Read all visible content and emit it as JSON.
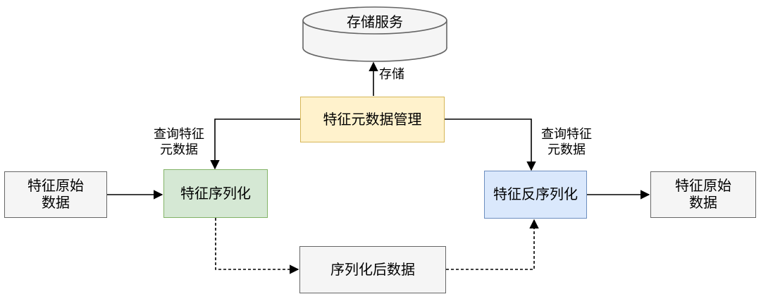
{
  "colors": {
    "yellow_fill": "#fff2cc",
    "yellow_border": "#d6b656",
    "green_fill": "#d5e8d4",
    "green_border": "#82b366",
    "blue_fill": "#dae8fc",
    "blue_border": "#6c8ebf",
    "gray_fill": "#f5f5f5",
    "gray_border": "#666666",
    "line": "#000000",
    "text": "#000000"
  },
  "nodes": {
    "storage_service": {
      "label": "存储服务"
    },
    "metadata_manager": {
      "label": "特征元数据管理"
    },
    "serializer": {
      "label": "特征序列化"
    },
    "deserializer": {
      "label": "特征反序列化"
    },
    "raw_data_left": {
      "label": "特征原始\n数据"
    },
    "raw_data_right": {
      "label": "特征原始\n数据"
    },
    "serialized_data": {
      "label": "序列化后数据"
    }
  },
  "edge_labels": {
    "store": "存储",
    "query_left": "查询特征\n元数据",
    "query_right": "查询特征\n元数据"
  }
}
